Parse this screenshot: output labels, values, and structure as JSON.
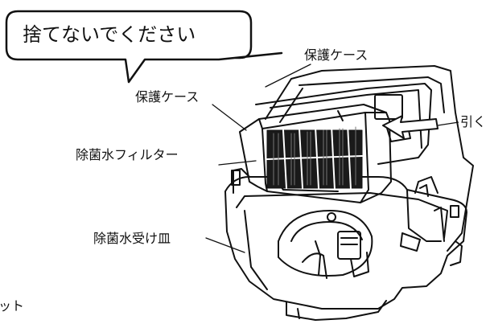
{
  "bubble": {
    "text": "捨てないでください"
  },
  "labels": {
    "protective_case_right": "保護ケース",
    "protective_case_left": "保護ケース",
    "pull": "引く",
    "filter": "除菌水フィルター",
    "tray": "除菌水受け皿",
    "cut_off_suffix": "ット"
  },
  "colors": {
    "line": "#111111",
    "background": "#ffffff",
    "mesh": "#1a1a1a"
  }
}
